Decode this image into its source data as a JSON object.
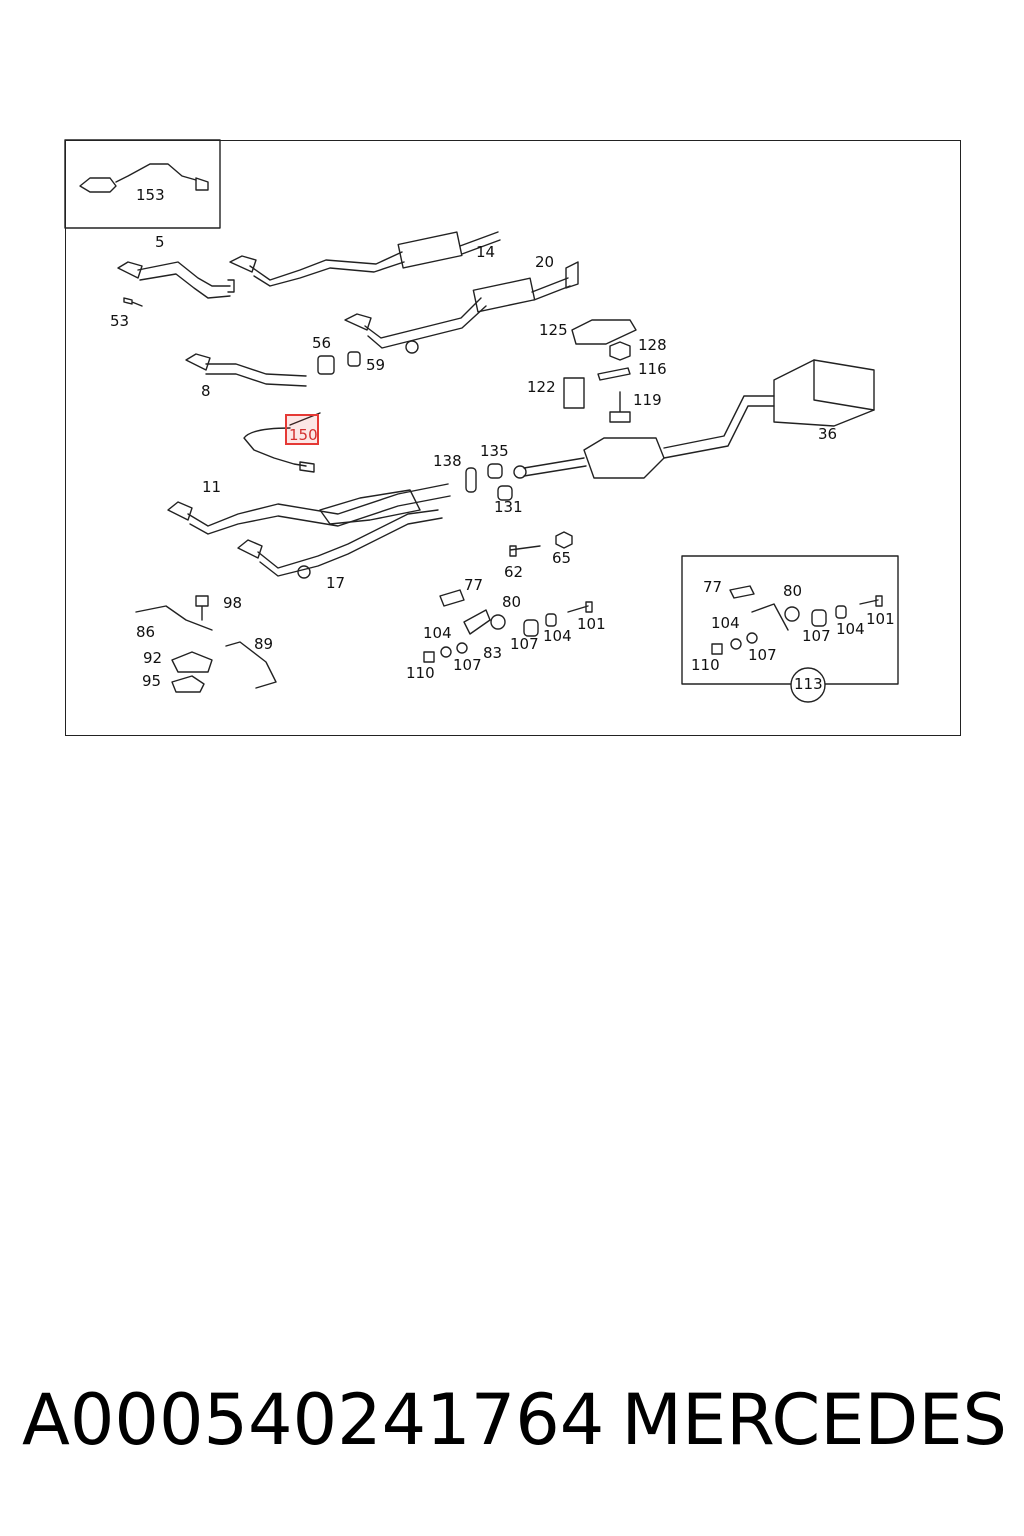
{
  "diagram": {
    "highlight_color": "#e53935",
    "highlighted_part": "150",
    "labels": [
      {
        "id": "153",
        "text": "153"
      },
      {
        "id": "5",
        "text": "5"
      },
      {
        "id": "14",
        "text": "14"
      },
      {
        "id": "20",
        "text": "20"
      },
      {
        "id": "53",
        "text": "53"
      },
      {
        "id": "125",
        "text": "125"
      },
      {
        "id": "56",
        "text": "56"
      },
      {
        "id": "128",
        "text": "128"
      },
      {
        "id": "59",
        "text": "59"
      },
      {
        "id": "116",
        "text": "116"
      },
      {
        "id": "8",
        "text": "8"
      },
      {
        "id": "122",
        "text": "122"
      },
      {
        "id": "119",
        "text": "119"
      },
      {
        "id": "150",
        "text": "150"
      },
      {
        "id": "36",
        "text": "36"
      },
      {
        "id": "138",
        "text": "138"
      },
      {
        "id": "135",
        "text": "135"
      },
      {
        "id": "11",
        "text": "11"
      },
      {
        "id": "131",
        "text": "131"
      },
      {
        "id": "17",
        "text": "17"
      },
      {
        "id": "62",
        "text": "62"
      },
      {
        "id": "65",
        "text": "65"
      },
      {
        "id": "77a",
        "text": "77"
      },
      {
        "id": "98",
        "text": "98"
      },
      {
        "id": "80a",
        "text": "80"
      },
      {
        "id": "86",
        "text": "86"
      },
      {
        "id": "104a",
        "text": "104"
      },
      {
        "id": "101a",
        "text": "101"
      },
      {
        "id": "104b",
        "text": "104"
      },
      {
        "id": "107a",
        "text": "107"
      },
      {
        "id": "89",
        "text": "89"
      },
      {
        "id": "92",
        "text": "92"
      },
      {
        "id": "83",
        "text": "83"
      },
      {
        "id": "107b",
        "text": "107"
      },
      {
        "id": "110a",
        "text": "110"
      },
      {
        "id": "95",
        "text": "95"
      },
      {
        "id": "77b",
        "text": "77"
      },
      {
        "id": "80b",
        "text": "80"
      },
      {
        "id": "104c",
        "text": "104"
      },
      {
        "id": "101b",
        "text": "101"
      },
      {
        "id": "107c",
        "text": "107"
      },
      {
        "id": "104d",
        "text": "104"
      },
      {
        "id": "110b",
        "text": "110"
      },
      {
        "id": "107d",
        "text": "107"
      },
      {
        "id": "113",
        "text": "113"
      }
    ]
  },
  "caption": {
    "part_number": "A000540241764",
    "brand": "MERCEDES"
  }
}
